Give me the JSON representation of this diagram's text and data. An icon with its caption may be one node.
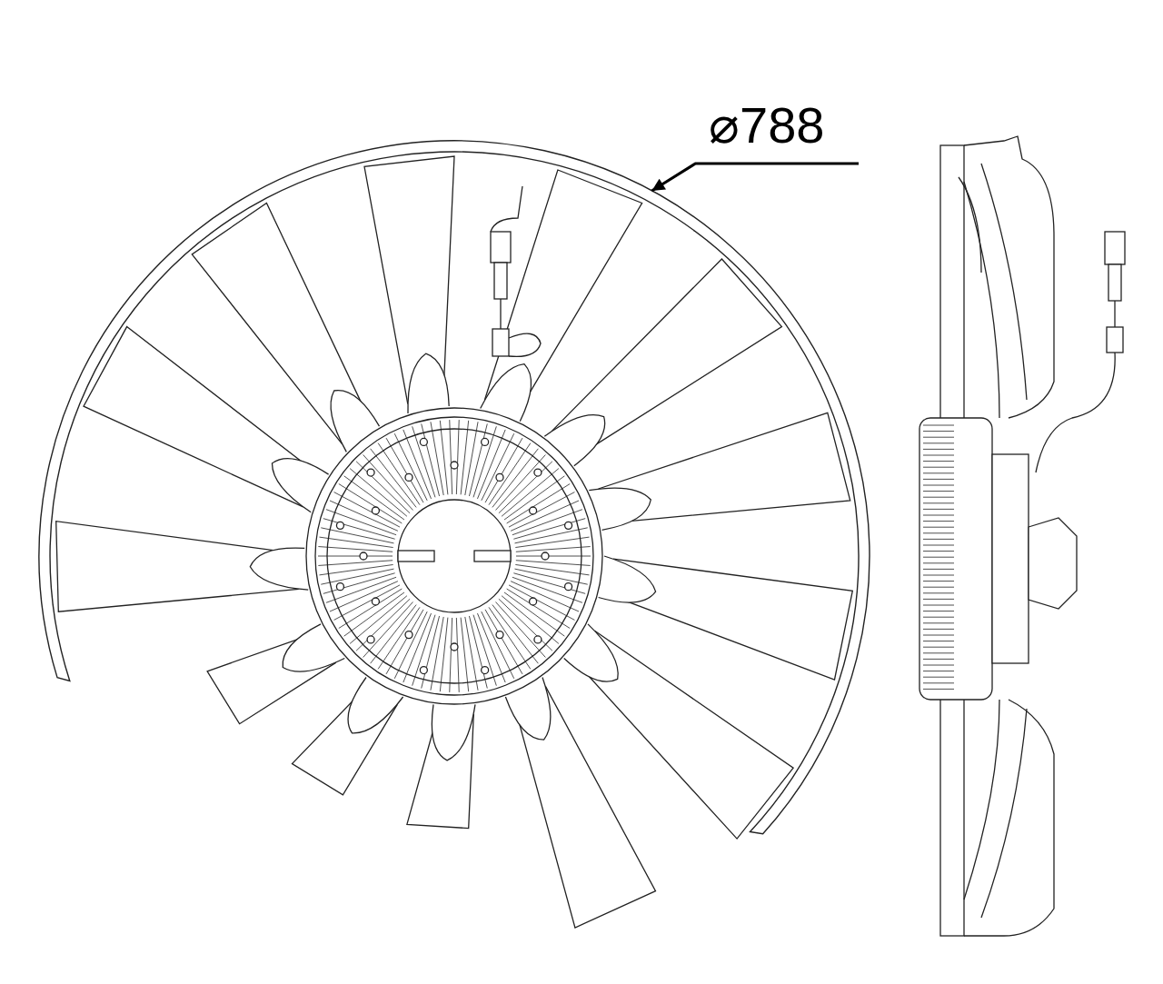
{
  "diagram": {
    "nodes": [
      {
        "text": [
          "⌀788"
        ]
      },
      {
        "text": [],
        "shape": "picture"
      }
    ],
    "edges": [
      {
        "from": 0,
        "to": 1,
        "arrow": "to"
      }
    ]
  }
}
